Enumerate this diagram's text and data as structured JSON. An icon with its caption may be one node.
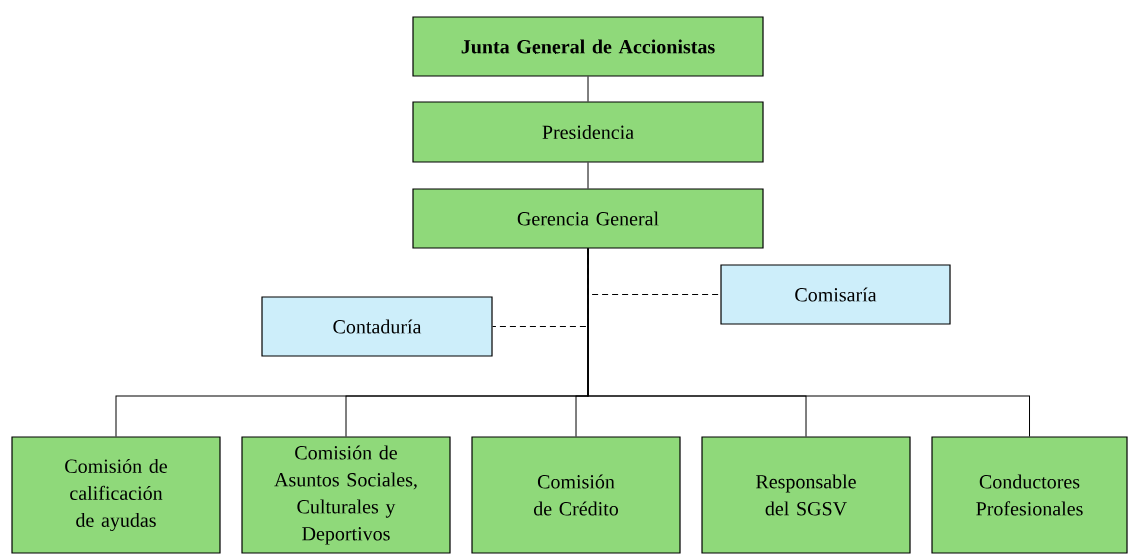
{
  "diagram": {
    "nodes": [
      {
        "text": [
          "Junta General de Accionistas"
        ]
      },
      {
        "text": [
          "Presidencia"
        ]
      },
      {
        "text": [
          "Gerencia General"
        ]
      },
      {
        "text": [
          "Contaduría"
        ]
      },
      {
        "text": [
          "Comisaría"
        ]
      },
      {
        "text": [
          "Comisión de calificación de ayudas"
        ]
      },
      {
        "text": [
          "Comisión de Asuntos Sociales, Culturales y Deportivos"
        ]
      },
      {
        "text": [
          "Comisión de Crédito"
        ]
      },
      {
        "text": [
          "Responsable del SGSV"
        ]
      },
      {
        "text": [
          "Conductores Profesionales"
        ]
      }
    ],
    "edges": [
      {
        "from": 0,
        "to": 1,
        "arrow": "none"
      },
      {
        "from": 1,
        "to": 2,
        "arrow": "none"
      },
      {
        "from": 2,
        "to": 3,
        "arrow": "none",
        "style": "dashed"
      },
      {
        "from": 2,
        "to": 4,
        "arrow": "none",
        "style": "dashed"
      },
      {
        "from": 2,
        "to": 5,
        "arrow": "none"
      },
      {
        "from": 2,
        "to": 6,
        "arrow": "none"
      },
      {
        "from": 2,
        "to": 7,
        "arrow": "none"
      },
      {
        "from": 2,
        "to": 8,
        "arrow": "none"
      },
      {
        "from": 2,
        "to": 9,
        "arrow": "none"
      }
    ]
  }
}
